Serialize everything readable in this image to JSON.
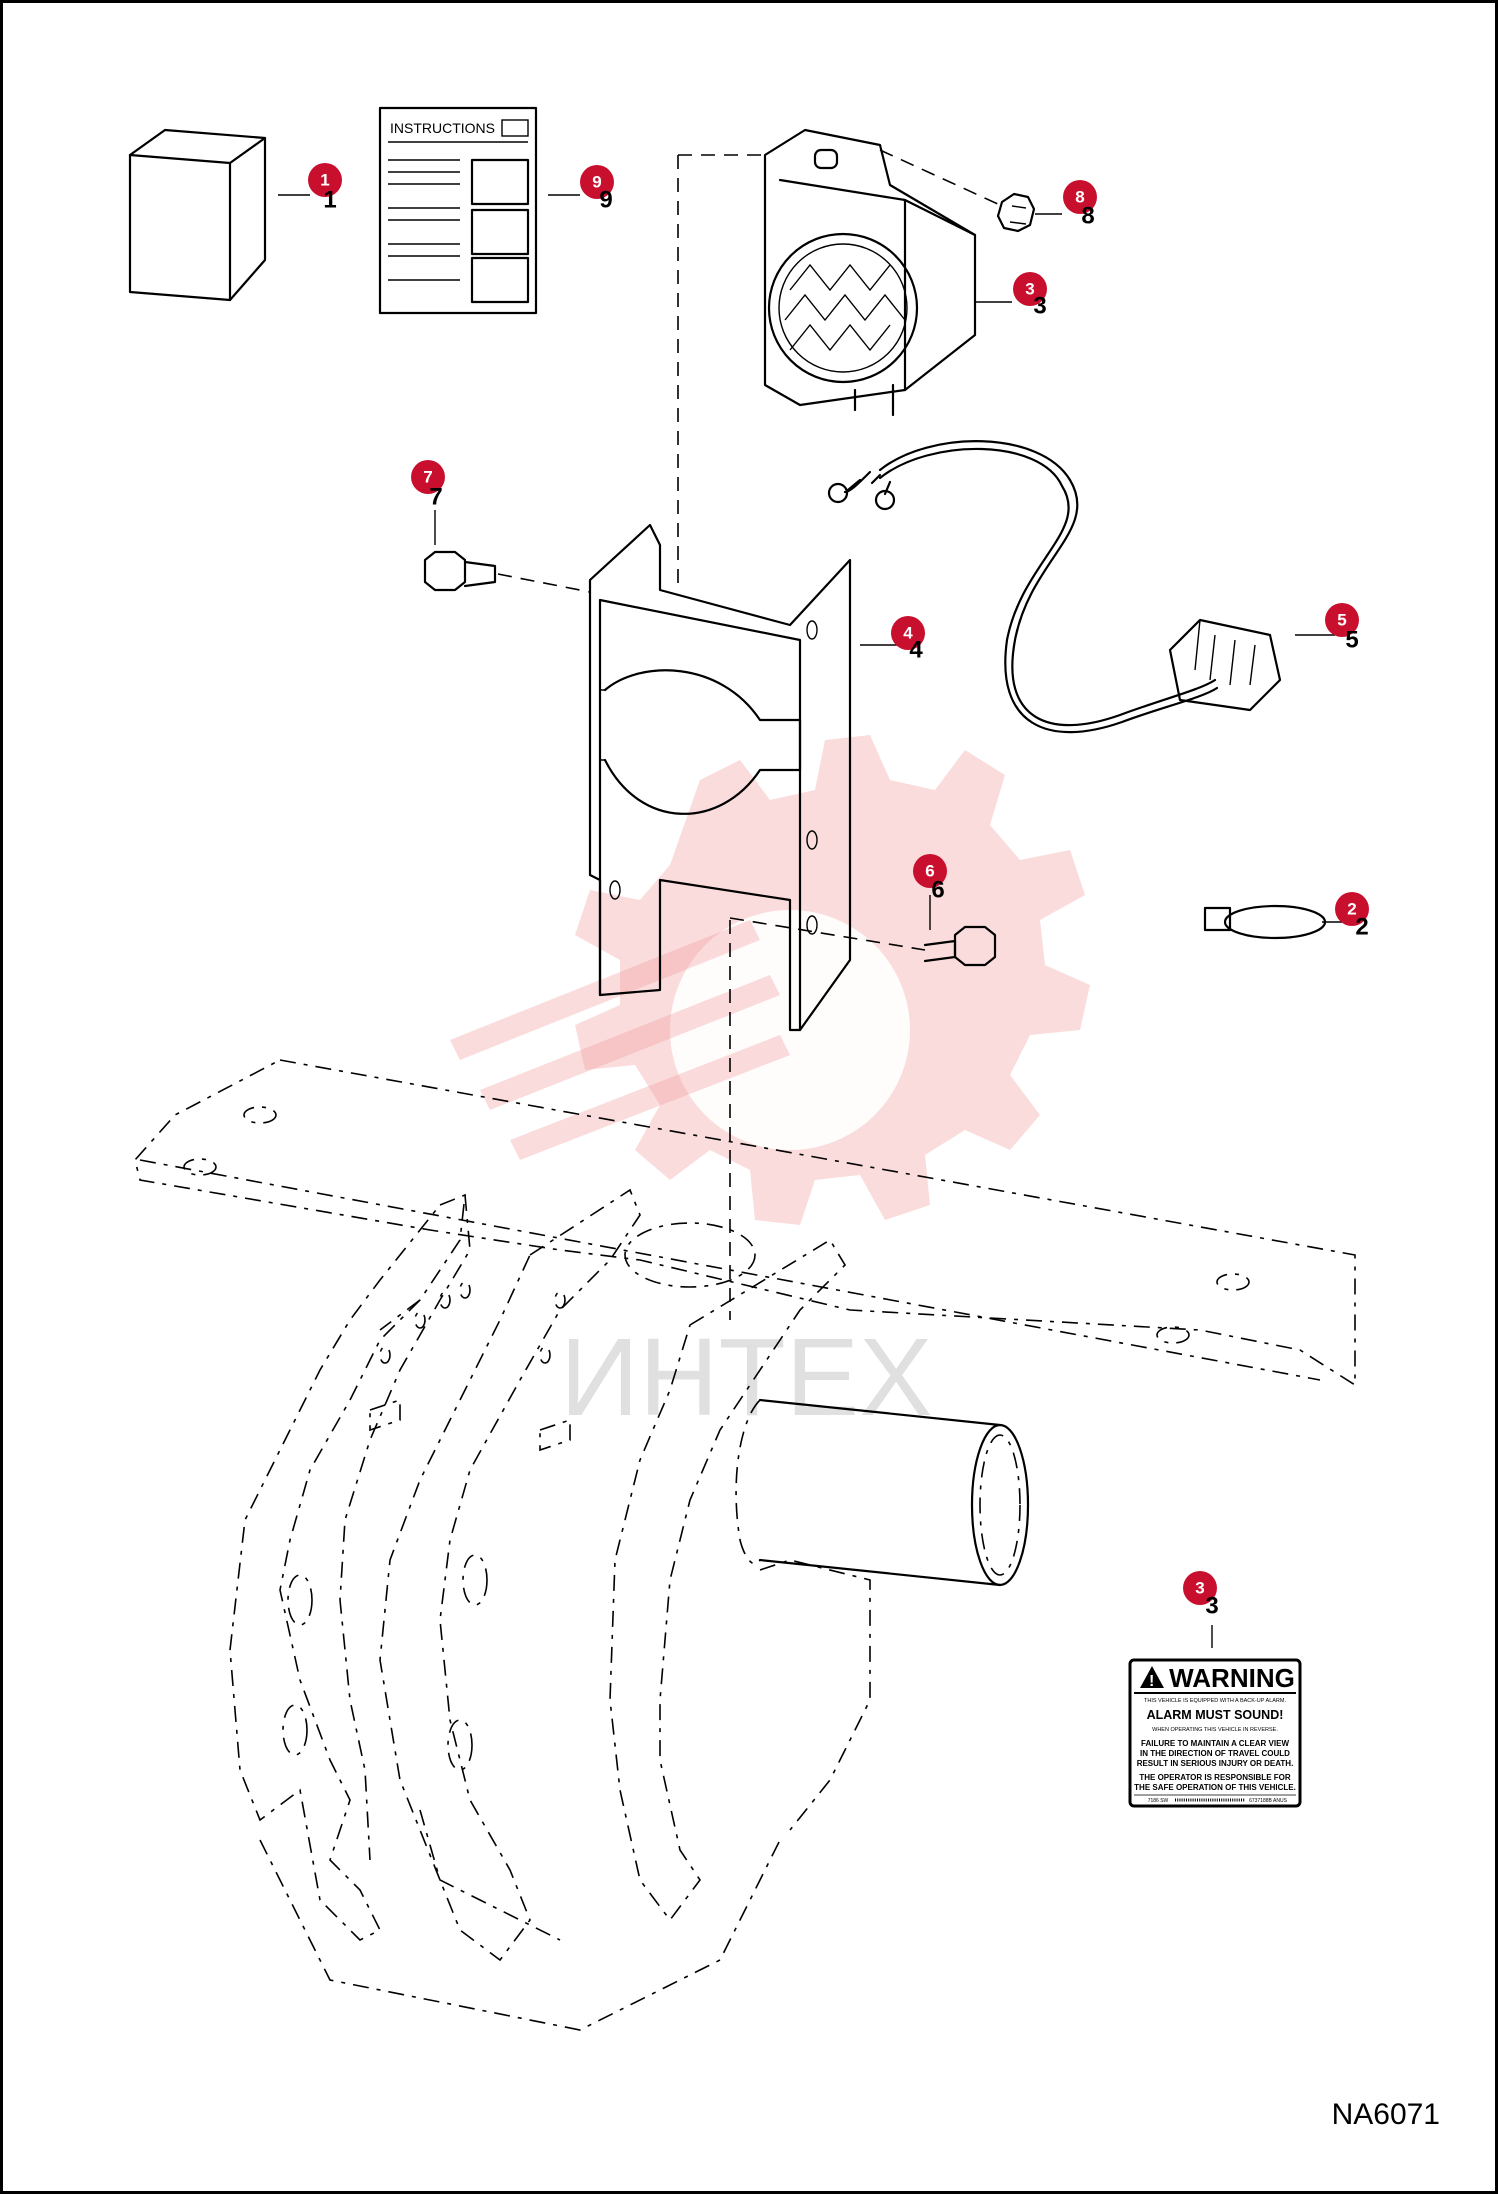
{
  "figure_id": "NA6071",
  "instructions_sheet": {
    "title": "INSTRUCTIONS"
  },
  "callouts": [
    {
      "id": "c1",
      "number": "1"
    },
    {
      "id": "c9",
      "number": "9"
    },
    {
      "id": "c8",
      "number": "8"
    },
    {
      "id": "c3a",
      "number": "3"
    },
    {
      "id": "c7",
      "number": "7"
    },
    {
      "id": "c4",
      "number": "4"
    },
    {
      "id": "c5",
      "number": "5"
    },
    {
      "id": "c6",
      "number": "6"
    },
    {
      "id": "c2",
      "number": "2"
    },
    {
      "id": "c3b",
      "number": "3"
    }
  ],
  "warning_decal": {
    "header": "WARNING",
    "line1": "THIS VEHICLE IS EQUIPPED WITH A BACK-UP ALARM.",
    "headline": "ALARM MUST SOUND!",
    "line2": "WHEN OPERATING THIS VEHICLE IN REVERSE.",
    "para1": [
      "FAILURE TO MAINTAIN A CLEAR VIEW",
      "IN THE DIRECTION OF TRAVEL COULD",
      "RESULT IN SERIOUS INJURY OR DEATH."
    ],
    "para2": [
      "THE OPERATOR IS RESPONSIBLE FOR",
      "THE SAFE OPERATION OF THIS VEHICLE."
    ],
    "footer_left": "7186 SW",
    "footer_right": "6737188B ANUS"
  },
  "watermark": {
    "text": "ИНТЕХ"
  },
  "colors": {
    "callout": "#c8102e",
    "frame": "#000000",
    "watermark": "#f29a9a"
  }
}
